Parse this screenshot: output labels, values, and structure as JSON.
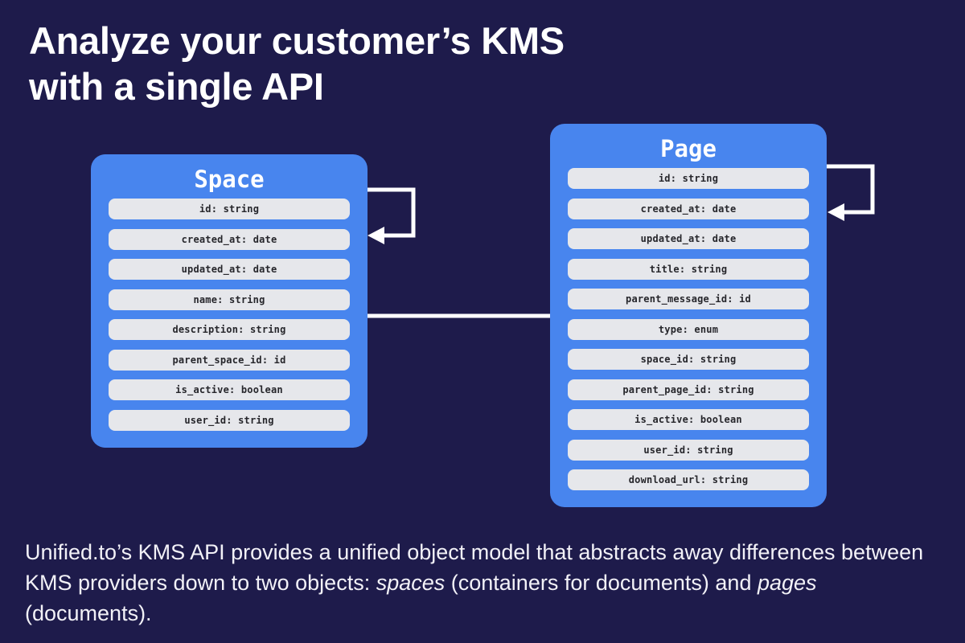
{
  "colors": {
    "background": "#1e1b4b",
    "entity_box": "#4885ee",
    "field_pill": "#e6e7eb",
    "field_text": "#26262b",
    "body_text": "#f2f1f7",
    "arrow": "#ffffff"
  },
  "header": {
    "title_line1": "Analyze your customer’s KMS",
    "title_line2": "with a single API"
  },
  "entities": [
    {
      "name": "Space",
      "fields": [
        "id: string",
        "created_at: date",
        "updated_at: date",
        "name: string",
        "description: string",
        "parent_space_id: id",
        "is_active: boolean",
        "user_id: string"
      ]
    },
    {
      "name": "Page",
      "fields": [
        "id: string",
        "created_at: date",
        "updated_at: date",
        "title: string",
        "parent_message_id: id",
        "type: enum",
        "space_id: string",
        "parent_page_id: string",
        "is_active: boolean",
        "user_id: string",
        "download_url: string"
      ]
    }
  ],
  "description": {
    "segments": [
      {
        "text": "Unified.to’s KMS API provides a unified object model that abstracts away differences between KMS providers down to two objects: ",
        "italic": false
      },
      {
        "text": "spaces",
        "italic": true
      },
      {
        "text": " (containers for documents) and ",
        "italic": false
      },
      {
        "text": "pages",
        "italic": true
      },
      {
        "text": " (documents).",
        "italic": false
      }
    ]
  }
}
